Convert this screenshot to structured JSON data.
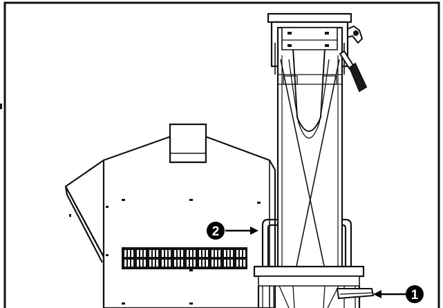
{
  "callouts": [
    {
      "id": "1",
      "label": "1"
    },
    {
      "id": "2",
      "label": "2"
    }
  ],
  "colors": {
    "line": "#111111",
    "callout_fill": "#000000",
    "callout_text": "#ffffff",
    "background": "#ffffff"
  }
}
